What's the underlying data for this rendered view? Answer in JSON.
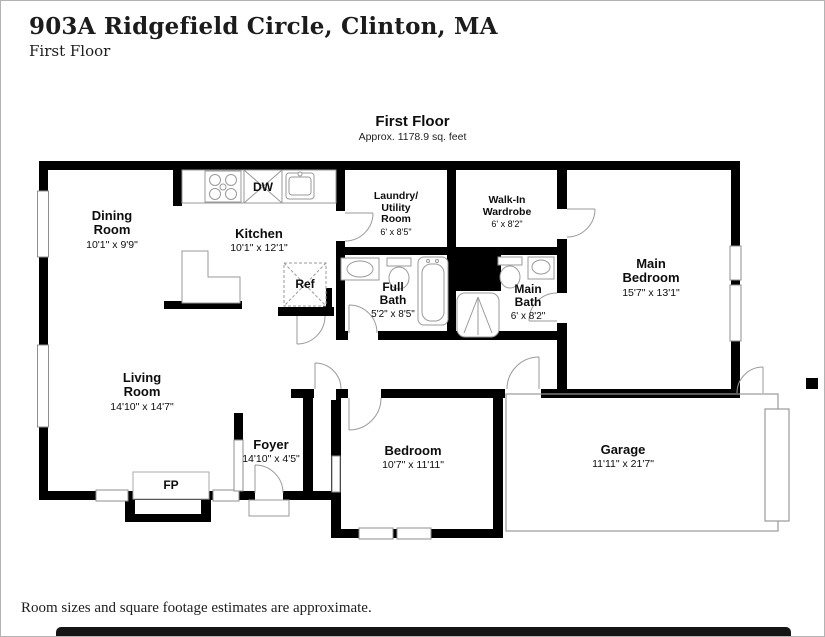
{
  "header": {
    "address": "903A Ridgefield Circle, Clinton, MA",
    "floor": "First Floor"
  },
  "plan": {
    "title": "First Floor",
    "area": "Approx. 1178.9 sq. feet"
  },
  "rooms": [
    {
      "id": "dining-room",
      "lines": [
        "Dining",
        "Room"
      ],
      "dims": "10'1\" x 9'9\""
    },
    {
      "id": "kitchen",
      "lines": [
        "Kitchen"
      ],
      "dims": "10'1\" x 12'1\""
    },
    {
      "id": "laundry-utility-room",
      "lines": [
        "Laundry/",
        "Utility",
        "Room"
      ],
      "dims": "6' x 8'5\""
    },
    {
      "id": "walk-in-wardrobe",
      "lines": [
        "Walk-In",
        "Wardrobe"
      ],
      "dims": "6' x 8'2\""
    },
    {
      "id": "main-bedroom",
      "lines": [
        "Main",
        "Bedroom"
      ],
      "dims": "15'7\" x 13'1\""
    },
    {
      "id": "full-bath",
      "lines": [
        "Full",
        "Bath"
      ],
      "dims": "5'2\" x 8'5\""
    },
    {
      "id": "main-bath",
      "lines": [
        "Main",
        "Bath"
      ],
      "dims": "6' x 8'2\""
    },
    {
      "id": "living-room",
      "lines": [
        "Living",
        "Room"
      ],
      "dims": "14'10\" x 14'7\""
    },
    {
      "id": "foyer",
      "lines": [
        "Foyer"
      ],
      "dims": "14'10\" x 4'5\""
    },
    {
      "id": "bedroom",
      "lines": [
        "Bedroom"
      ],
      "dims": "10'7\" x 11'11\""
    },
    {
      "id": "garage",
      "lines": [
        "Garage"
      ],
      "dims": "11'11\" x 21'7\""
    }
  ],
  "fixtures": {
    "dishwasher": "DW",
    "refrigerator": "Ref",
    "fireplace": "FP"
  },
  "footer": {
    "disclaimer": "Room sizes and square footage estimates are approximate."
  },
  "colors": {
    "wall": "#000000",
    "fixture_line": "#9a9a9a",
    "text": "#111111"
  }
}
